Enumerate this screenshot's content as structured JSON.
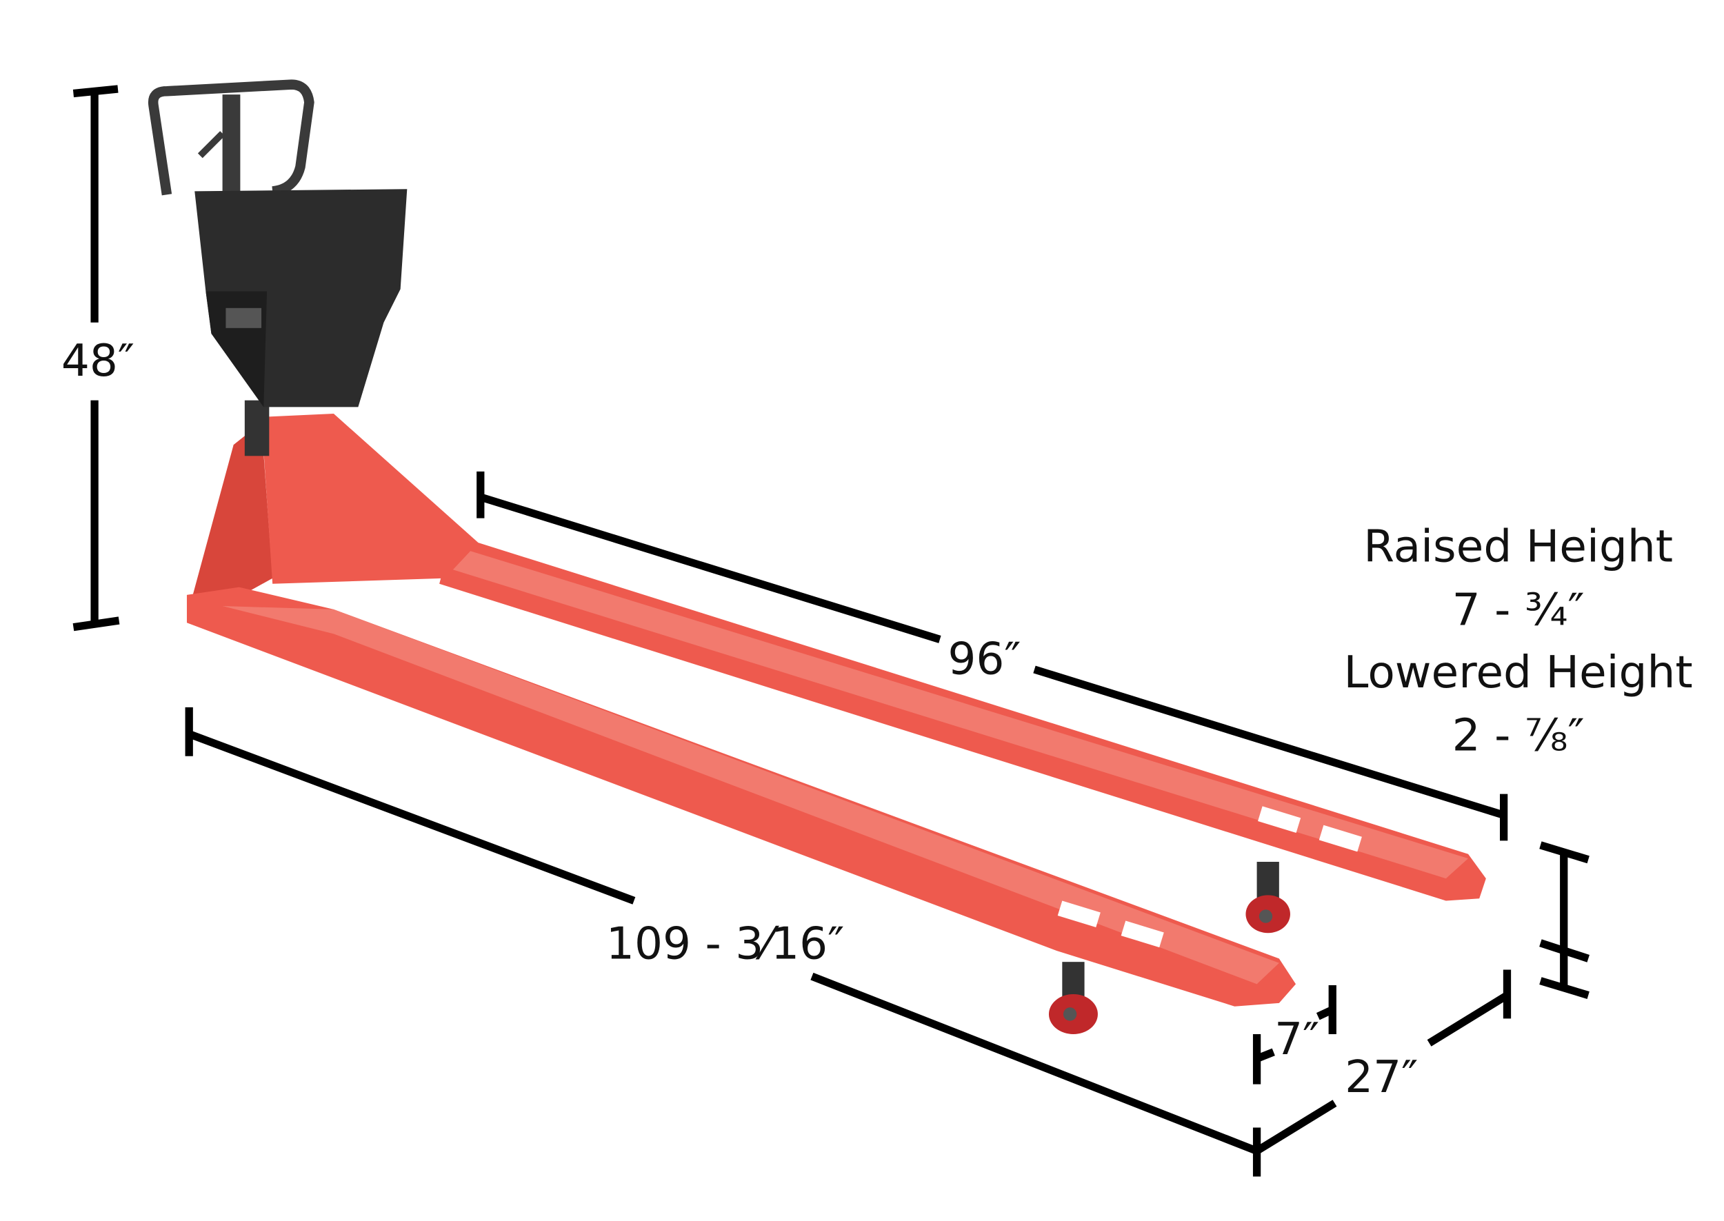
{
  "dimensions": {
    "overall_height": "48″",
    "fork_length": "96″",
    "overall_length": "109 - 3⁄16″",
    "overall_width": "27″",
    "fork_width": "7″"
  },
  "heights": {
    "raised_label": "Raised Height",
    "raised_value": "7 - ¾″",
    "lowered_label": "Lowered Height",
    "lowered_value": "2 - ⅞″"
  },
  "colors": {
    "body": "#ee5a4e",
    "pump_housing": "#2b2b2b",
    "dimension_lines": "#000000"
  }
}
